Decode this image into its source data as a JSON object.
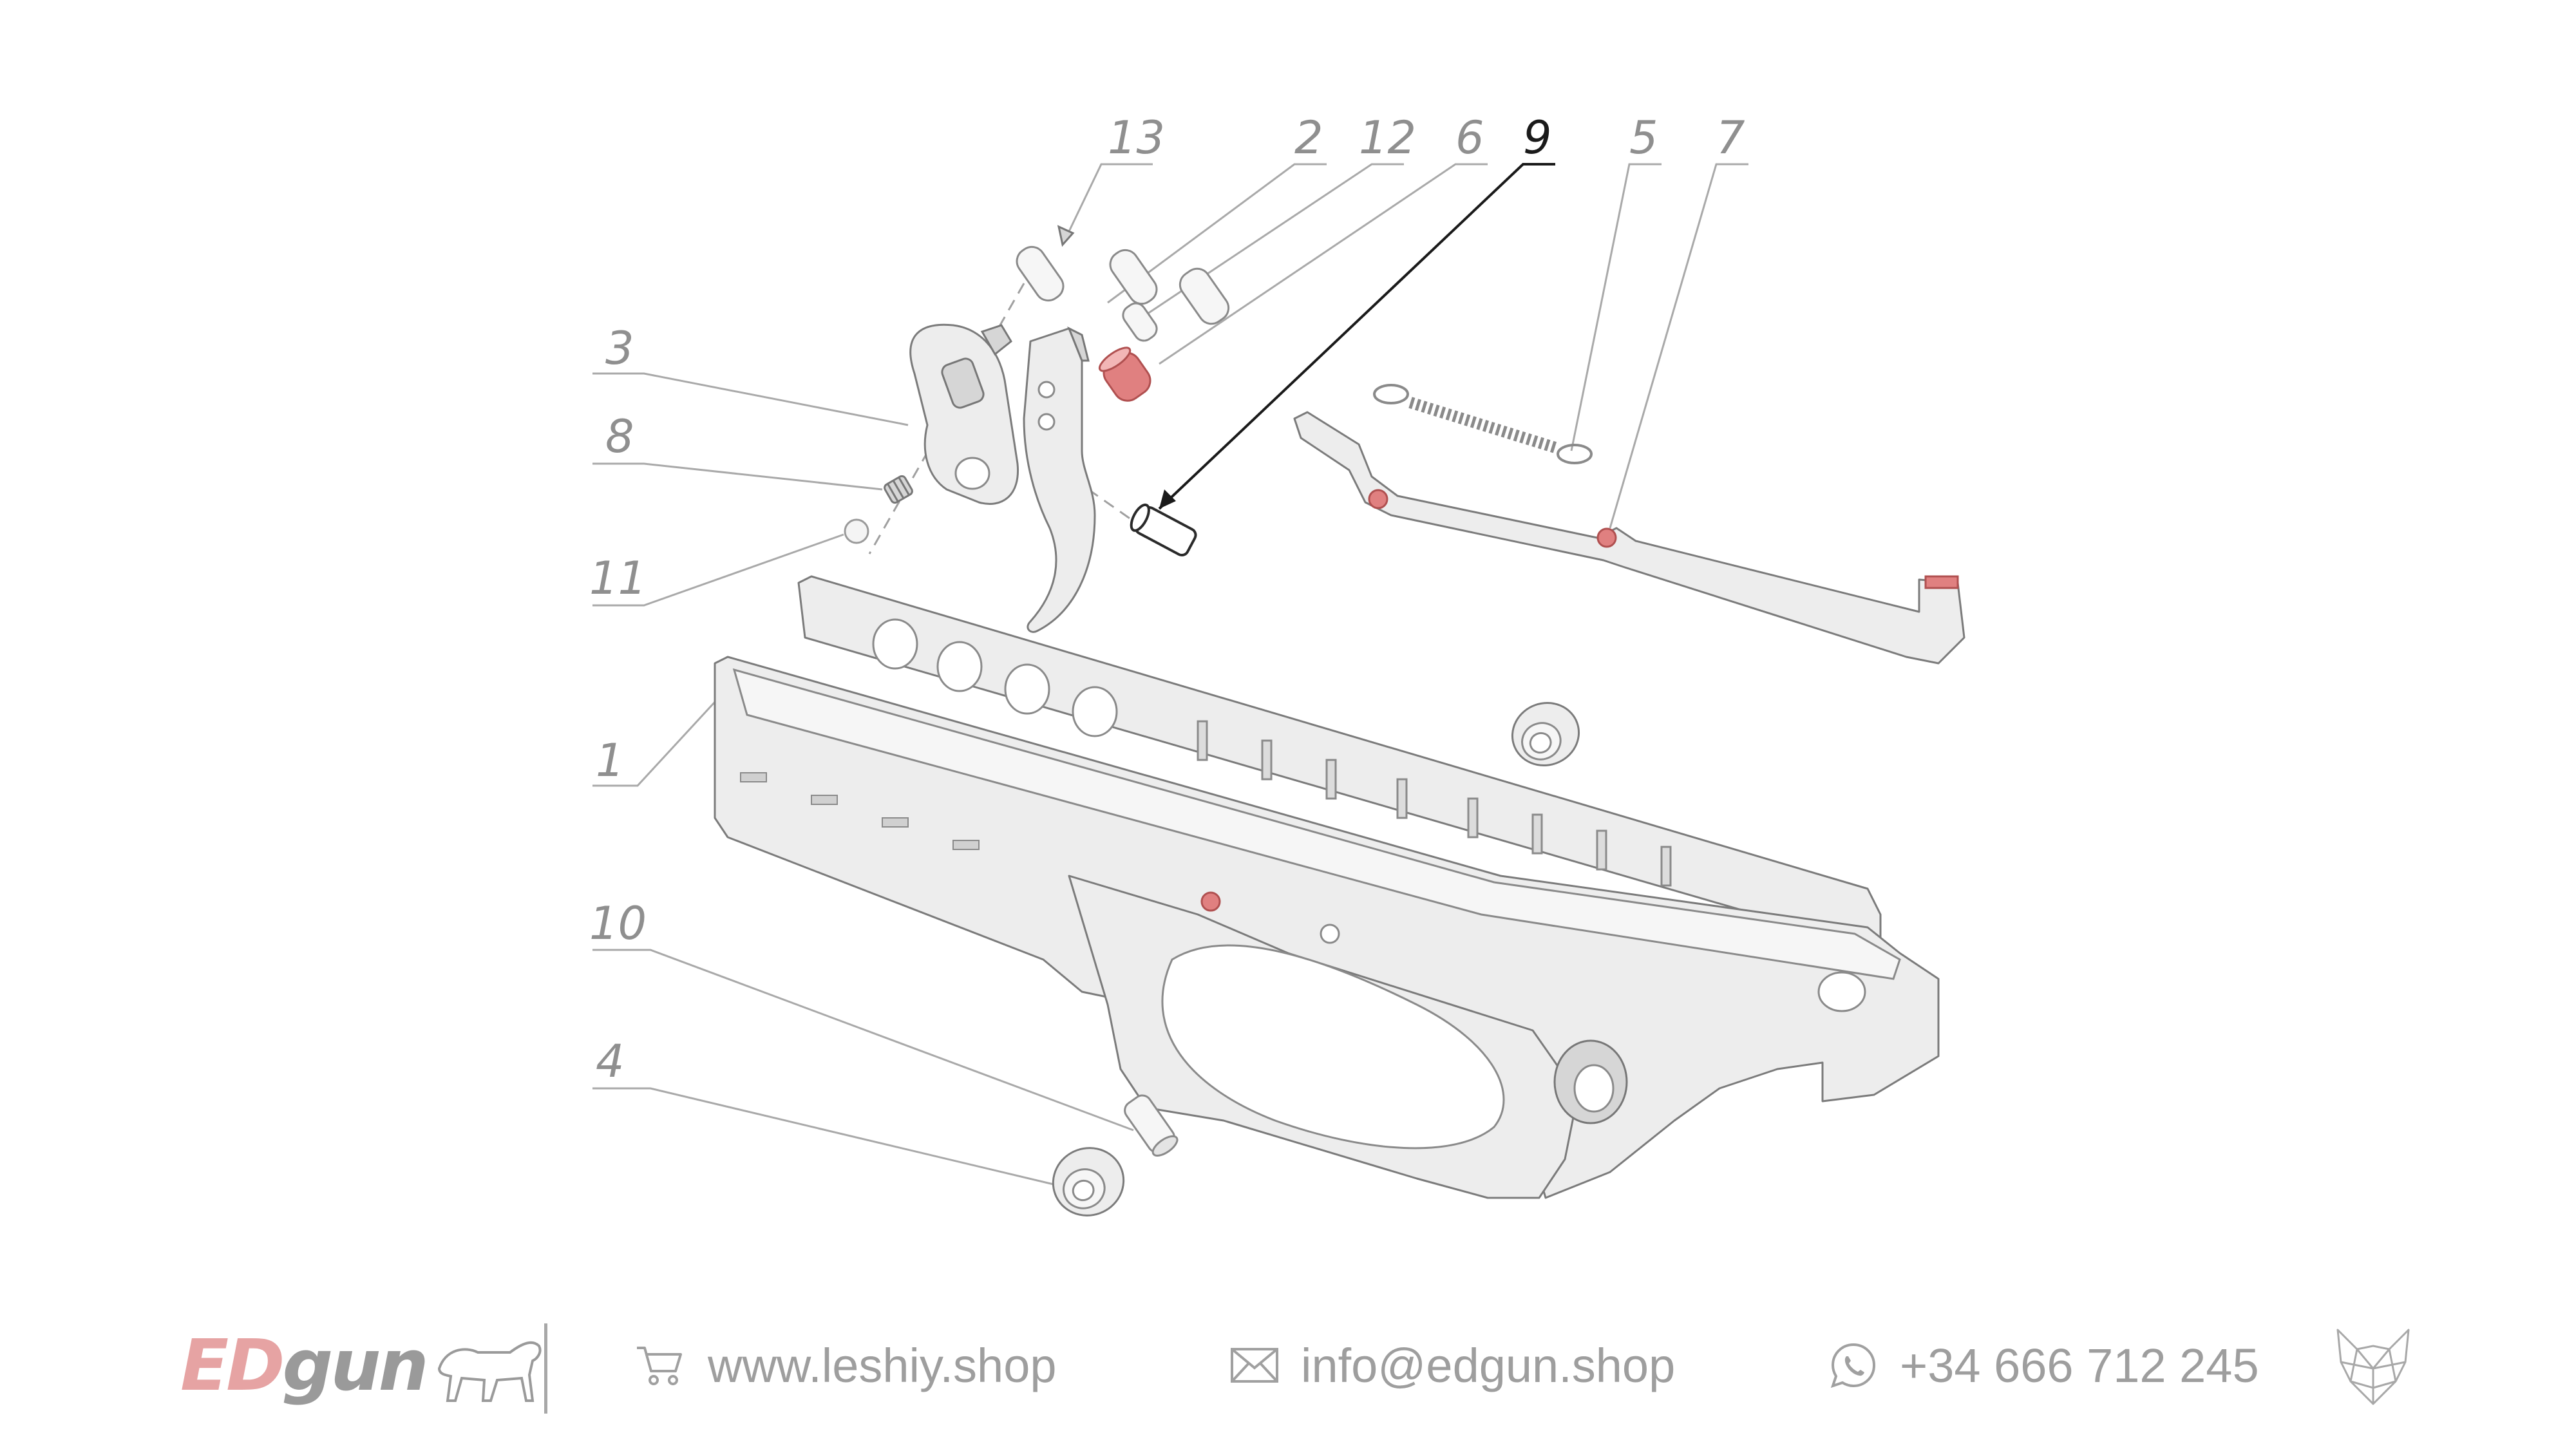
{
  "callouts": {
    "c1": "1",
    "c2": "2",
    "c3": "3",
    "c4": "4",
    "c5": "5",
    "c6": "6",
    "c7": "7",
    "c8": "8",
    "c9": "9",
    "c10": "10",
    "c11": "11",
    "c12": "12",
    "c13": "13"
  },
  "highlight_callout": "9",
  "colors": {
    "accent": "#e08080",
    "brand_ed": "#e6a3a3",
    "text_gray": "#9e9e9e",
    "highlight": "#1a1a1a"
  },
  "footer": {
    "brand": {
      "ed": "ED",
      "gun": "gun"
    },
    "website": "www.leshiy.shop",
    "email": "info@edgun.shop",
    "phone": "+34 666 712 245",
    "icons": [
      "dog-logo-icon",
      "cart-icon",
      "envelope-icon",
      "whatsapp-icon",
      "wolf-logo-icon"
    ]
  }
}
